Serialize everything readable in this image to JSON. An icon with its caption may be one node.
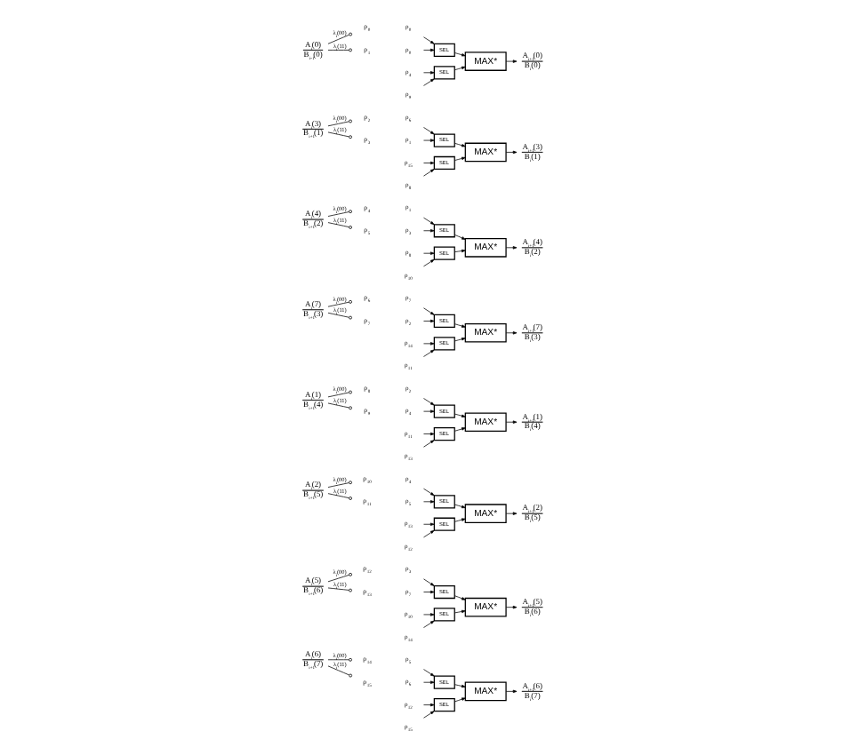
{
  "diagram": {
    "nodes": [
      {
        "text": [
          "A$_{i}$(0)",
          "B$_{i-1}$(0)"
        ]
      },
      {
        "text": [
          "ρ$_{0}$"
        ]
      },
      {
        "text": [
          "ρ$_{1}$"
        ]
      },
      {
        "text": [
          "A$_{i}$(3)",
          "B$_{i+1}$(1)"
        ]
      },
      {
        "text": [
          "ρ$_{2}$"
        ]
      },
      {
        "text": [
          "ρ$_{3}$"
        ]
      },
      {
        "text": [
          "A$_{i}$(4)",
          "B$_{i+1}$(2)"
        ]
      },
      {
        "text": [
          "ρ$_{4}$"
        ]
      },
      {
        "text": [
          "ρ$_{5}$"
        ]
      },
      {
        "text": [
          "A$_{i}$(7)",
          "B$_{i+1}$(3)"
        ]
      },
      {
        "text": [
          "ρ$_{6}$"
        ]
      },
      {
        "text": [
          "ρ$_{7}$"
        ]
      },
      {
        "text": [
          "A$_{i}$(1)",
          "B$_{i+1}$(4)"
        ]
      },
      {
        "text": [
          "ρ$_{8}$"
        ]
      },
      {
        "text": [
          "ρ$_{9}$"
        ]
      },
      {
        "text": [
          "A$_{i}$(2)",
          "B$_{i+1}$(5)"
        ]
      },
      {
        "text": [
          "ρ$_{10}$"
        ]
      },
      {
        "text": [
          "ρ$_{11}$"
        ]
      },
      {
        "text": [
          "A$_{i}$(5)",
          "B$_{i+1}$(6)"
        ]
      },
      {
        "text": [
          "ρ$_{12}$"
        ]
      },
      {
        "text": [
          "ρ$_{13}$"
        ]
      },
      {
        "text": [
          "A$_{i}$(6)",
          "B$_{i+1}$(7)"
        ]
      },
      {
        "text": [
          "ρ$_{14}$"
        ]
      },
      {
        "text": [
          "ρ$_{15}$"
        ]
      },
      {
        "text": [
          "ρ$_{0}$"
        ]
      },
      {
        "text": [
          "ρ$_{0}$"
        ]
      },
      {
        "text": [
          "SEL"
        ]
      },
      {
        "text": [
          "ρ$_{4}$"
        ]
      },
      {
        "text": [
          "ρ$_{9}$"
        ]
      },
      {
        "text": [
          "SEL"
        ]
      },
      {
        "text": [
          "MAX*"
        ]
      },
      {
        "text": [
          "A$_{i+1}$(0)",
          "B$_{i}$(0)"
        ]
      },
      {
        "text": [
          "ρ$_{6}$"
        ]
      },
      {
        "text": [
          "ρ$_{1}$"
        ]
      },
      {
        "text": [
          "SEL"
        ]
      },
      {
        "text": [
          "ρ$_{15}$"
        ]
      },
      {
        "text": [
          "ρ$_{8}$"
        ]
      },
      {
        "text": [
          "SEL"
        ]
      },
      {
        "text": [
          "MAX*"
        ]
      },
      {
        "text": [
          "A$_{i+1}$(3)",
          "B$_{i}$(1)"
        ]
      },
      {
        "text": [
          "ρ$_{1}$"
        ]
      },
      {
        "text": [
          "ρ$_{3}$"
        ]
      },
      {
        "text": [
          "SEL"
        ]
      },
      {
        "text": [
          "ρ$_{8}$"
        ]
      },
      {
        "text": [
          "ρ$_{10}$"
        ]
      },
      {
        "text": [
          "SEL"
        ]
      },
      {
        "text": [
          "MAX*"
        ]
      },
      {
        "text": [
          "A$_{i+1}$(4)",
          "B$_{i}$(2)"
        ]
      },
      {
        "text": [
          "ρ$_{7}$"
        ]
      },
      {
        "text": [
          "ρ$_{2}$"
        ]
      },
      {
        "text": [
          "SEL"
        ]
      },
      {
        "text": [
          "ρ$_{14}$"
        ]
      },
      {
        "text": [
          "ρ$_{11}$"
        ]
      },
      {
        "text": [
          "SEL"
        ]
      },
      {
        "text": [
          "MAX*"
        ]
      },
      {
        "text": [
          "A$_{i+1}$(7)",
          "B$_{i}$(3)"
        ]
      },
      {
        "text": [
          "ρ$_{2}$"
        ]
      },
      {
        "text": [
          "ρ$_{4}$"
        ]
      },
      {
        "text": [
          "SEL"
        ]
      },
      {
        "text": [
          "ρ$_{11}$"
        ]
      },
      {
        "text": [
          "ρ$_{13}$"
        ]
      },
      {
        "text": [
          "SEL"
        ]
      },
      {
        "text": [
          "MAX*"
        ]
      },
      {
        "text": [
          "A$_{i+1}$(1)",
          "B$_{i}$(4)"
        ]
      },
      {
        "text": [
          "ρ$_{4}$"
        ]
      },
      {
        "text": [
          "ρ$_{5}$"
        ]
      },
      {
        "text": [
          "SEL"
        ]
      },
      {
        "text": [
          "ρ$_{13}$"
        ]
      },
      {
        "text": [
          "ρ$_{12}$"
        ]
      },
      {
        "text": [
          "SEL"
        ]
      },
      {
        "text": [
          "MAX*"
        ]
      },
      {
        "text": [
          "A$_{i+1}$(2)",
          "B$_{i}$(5)"
        ]
      },
      {
        "text": [
          "ρ$_{3}$"
        ]
      },
      {
        "text": [
          "ρ$_{7}$"
        ]
      },
      {
        "text": [
          "SEL"
        ]
      },
      {
        "text": [
          "ρ$_{10}$"
        ]
      },
      {
        "text": [
          "ρ$_{14}$"
        ]
      },
      {
        "text": [
          "SEL"
        ]
      },
      {
        "text": [
          "MAX*"
        ]
      },
      {
        "text": [
          "A$_{i+1}$(5)",
          "B$_{i}$(6)"
        ]
      },
      {
        "text": [
          "ρ$_{5}$"
        ]
      },
      {
        "text": [
          "ρ$_{6}$"
        ]
      },
      {
        "text": [
          "SEL"
        ]
      },
      {
        "text": [
          "ρ$_{12}$"
        ]
      },
      {
        "text": [
          "ρ$_{15}$"
        ]
      },
      {
        "text": [
          "SEL"
        ]
      },
      {
        "text": [
          "MAX*"
        ]
      },
      {
        "text": [
          "A$_{i+1}$(6)",
          "B$_{i}$(7)"
        ]
      }
    ],
    "edges": [
      {
        "from": 0,
        "to": 1,
        "arrow": "other",
        "label": "λ$_{i}$(00)"
      },
      {
        "from": 0,
        "to": 2,
        "arrow": "other",
        "label": "λ$_{i}$(11)"
      },
      {
        "from": 3,
        "to": 4,
        "arrow": "other",
        "label": "λ$_{i}$(00)"
      },
      {
        "from": 3,
        "to": 5,
        "arrow": "other",
        "label": "λ$_{i}$(11)"
      },
      {
        "from": 6,
        "to": 7,
        "arrow": "other",
        "label": "λ$_{i}$(00)"
      },
      {
        "from": 6,
        "to": 8,
        "arrow": "other",
        "label": "λ$_{i}$(11)"
      },
      {
        "from": 9,
        "to": 10,
        "arrow": "other",
        "label": "λ$_{i}$(00)"
      },
      {
        "from": 9,
        "to": 11,
        "arrow": "other",
        "label": "λ$_{i}$(11)"
      },
      {
        "from": 12,
        "to": 13,
        "arrow": "other",
        "label": "λ$_{i}$(00)"
      },
      {
        "from": 12,
        "to": 14,
        "arrow": "other",
        "label": "λ$_{i}$(11)"
      },
      {
        "from": 15,
        "to": 16,
        "arrow": "other",
        "label": "λ$_{i}$(00)"
      },
      {
        "from": 15,
        "to": 17,
        "arrow": "other",
        "label": "λ$_{i}$(11)"
      },
      {
        "from": 18,
        "to": 19,
        "arrow": "other",
        "label": "λ$_{i}$(00)"
      },
      {
        "from": 18,
        "to": 20,
        "arrow": "other",
        "label": "λ$_{i}$(11)"
      },
      {
        "from": 21,
        "to": 22,
        "arrow": "other",
        "label": "λ$_{i}$(00)"
      },
      {
        "from": 21,
        "to": 23,
        "arrow": "other",
        "label": "λ$_{i}$(11)"
      },
      {
        "from": 24,
        "to": 26,
        "arrow": "to"
      },
      {
        "from": 25,
        "to": 26,
        "arrow": "to"
      },
      {
        "from": 27,
        "to": 29,
        "arrow": "to"
      },
      {
        "from": 28,
        "to": 29,
        "arrow": "to"
      },
      {
        "from": 26,
        "to": 30,
        "arrow": "to"
      },
      {
        "from": 29,
        "to": 30,
        "arrow": "to"
      },
      {
        "from": 30,
        "to": 31,
        "arrow": "to"
      },
      {
        "from": 32,
        "to": 34,
        "arrow": "to"
      },
      {
        "from": 33,
        "to": 34,
        "arrow": "to"
      },
      {
        "from": 35,
        "to": 37,
        "arrow": "to"
      },
      {
        "from": 36,
        "to": 37,
        "arrow": "to"
      },
      {
        "from": 34,
        "to": 38,
        "arrow": "to"
      },
      {
        "from": 37,
        "to": 38,
        "arrow": "to"
      },
      {
        "from": 38,
        "to": 39,
        "arrow": "to"
      },
      {
        "from": 40,
        "to": 42,
        "arrow": "to"
      },
      {
        "from": 41,
        "to": 42,
        "arrow": "to"
      },
      {
        "from": 43,
        "to": 45,
        "arrow": "to"
      },
      {
        "from": 44,
        "to": 45,
        "arrow": "to"
      },
      {
        "from": 42,
        "to": 46,
        "arrow": "to"
      },
      {
        "from": 45,
        "to": 46,
        "arrow": "to"
      },
      {
        "from": 46,
        "to": 47,
        "arrow": "to"
      },
      {
        "from": 48,
        "to": 50,
        "arrow": "to"
      },
      {
        "from": 49,
        "to": 50,
        "arrow": "to"
      },
      {
        "from": 51,
        "to": 53,
        "arrow": "to"
      },
      {
        "from": 52,
        "to": 53,
        "arrow": "to"
      },
      {
        "from": 50,
        "to": 54,
        "arrow": "to"
      },
      {
        "from": 53,
        "to": 54,
        "arrow": "to"
      },
      {
        "from": 54,
        "to": 55,
        "arrow": "to"
      },
      {
        "from": 56,
        "to": 58,
        "arrow": "to"
      },
      {
        "from": 57,
        "to": 58,
        "arrow": "to"
      },
      {
        "from": 59,
        "to": 61,
        "arrow": "to"
      },
      {
        "from": 60,
        "to": 61,
        "arrow": "to"
      },
      {
        "from": 58,
        "to": 62,
        "arrow": "to"
      },
      {
        "from": 61,
        "to": 62,
        "arrow": "to"
      },
      {
        "from": 62,
        "to": 63,
        "arrow": "to"
      },
      {
        "from": 64,
        "to": 66,
        "arrow": "to"
      },
      {
        "from": 65,
        "to": 66,
        "arrow": "to"
      },
      {
        "from": 67,
        "to": 69,
        "arrow": "to"
      },
      {
        "from": 68,
        "to": 69,
        "arrow": "to"
      },
      {
        "from": 66,
        "to": 70,
        "arrow": "to"
      },
      {
        "from": 69,
        "to": 70,
        "arrow": "to"
      },
      {
        "from": 70,
        "to": 71,
        "arrow": "to"
      },
      {
        "from": 72,
        "to": 74,
        "arrow": "to"
      },
      {
        "from": 73,
        "to": 74,
        "arrow": "to"
      },
      {
        "from": 75,
        "to": 77,
        "arrow": "to"
      },
      {
        "from": 76,
        "to": 77,
        "arrow": "to"
      },
      {
        "from": 74,
        "to": 78,
        "arrow": "to"
      },
      {
        "from": 77,
        "to": 78,
        "arrow": "to"
      },
      {
        "from": 78,
        "to": 79,
        "arrow": "to"
      },
      {
        "from": 80,
        "to": 82,
        "arrow": "to"
      },
      {
        "from": 81,
        "to": 82,
        "arrow": "to"
      },
      {
        "from": 83,
        "to": 85,
        "arrow": "to"
      },
      {
        "from": 84,
        "to": 85,
        "arrow": "to"
      },
      {
        "from": 82,
        "to": 86,
        "arrow": "to"
      },
      {
        "from": 85,
        "to": 86,
        "arrow": "to"
      },
      {
        "from": 86,
        "to": 87,
        "arrow": "to"
      }
    ]
  }
}
